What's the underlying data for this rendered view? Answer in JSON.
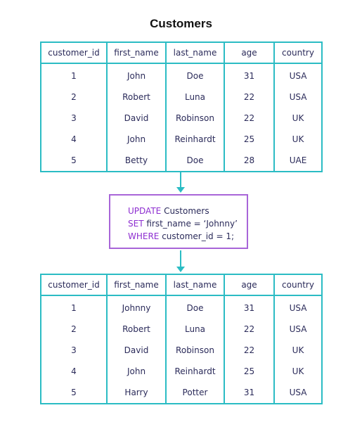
{
  "title": "Customers",
  "columns": [
    "customer_id",
    "first_name",
    "last_name",
    "age",
    "country"
  ],
  "before_table": [
    [
      "1",
      "John",
      "Doe",
      "31",
      "USA"
    ],
    [
      "2",
      "Robert",
      "Luna",
      "22",
      "USA"
    ],
    [
      "3",
      "David",
      "Robinson",
      "22",
      "UK"
    ],
    [
      "4",
      "John",
      "Reinhardt",
      "25",
      "UK"
    ],
    [
      "5",
      "Betty",
      "Doe",
      "28",
      "UAE"
    ]
  ],
  "query": {
    "line1_keyword": "UPDATE",
    "line1_rest": " Customers",
    "line2_keyword": "SET",
    "line2_rest": " first_name = ‘Johnny’",
    "line3_keyword": "WHERE",
    "line3_rest": " customer_id = 1;"
  },
  "after_table": [
    [
      "1",
      "Johnny",
      "Doe",
      "31",
      "USA"
    ],
    [
      "2",
      "Robert",
      "Luna",
      "22",
      "USA"
    ],
    [
      "3",
      "David",
      "Robinson",
      "22",
      "UK"
    ],
    [
      "4",
      "John",
      "Reinhardt",
      "25",
      "UK"
    ],
    [
      "5",
      "Harry",
      "Potter",
      "31",
      "USA"
    ]
  ],
  "colors": {
    "table_border": "#2bbcc4",
    "query_border": "#a865d8",
    "keyword": "#8d2ed0",
    "text": "#2b2b5a"
  }
}
